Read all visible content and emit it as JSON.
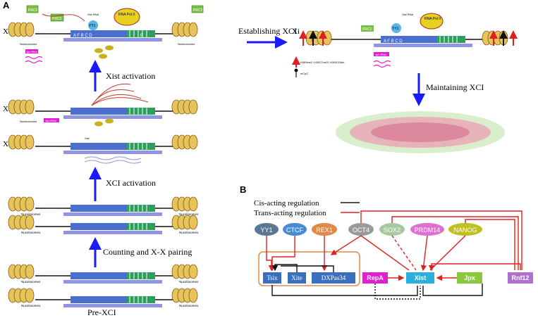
{
  "panels": {
    "a": "A",
    "b": "B"
  },
  "panel_a": {
    "xi": "Xi",
    "xa": "Xa",
    "nucleosomes": "Nucleosomes",
    "nucelosomes": "Nucelosomes",
    "prc2": "PRC2",
    "yy1": "YY1",
    "rna_pol": "RNA Pol II",
    "xist_rna": "Xist RNA",
    "xist_label": "Xist",
    "jpx_rna": "Jpx RNA",
    "gene_letters": "A F B C D",
    "exon_e": "E",
    "xist_activation": "Xist activation",
    "xci_activation": "XCI activation",
    "counting": "Counting and X-X pairing",
    "pre_xci": "Pre-XCI",
    "establishing": "Establishing XCI",
    "maintaining": "Maintaining XCI",
    "legend_marks": "H3K9me2 / H3K27me3 / H2AK119ub",
    "legend_mcpg": "mCpG"
  },
  "panel_b": {
    "legend_cis": "Cis-acting regulation",
    "legend_trans": "Trans-acting regulation",
    "yy1": "YY1",
    "ctcf": "CTCF",
    "rex1": "REX1",
    "oct4": "OCT4",
    "sox2": "SOX2",
    "prdm14": "PRDM14",
    "nanog": "NANOG",
    "tsix": "Tsix",
    "xite": "Xite",
    "dxpas34": "DXPas34",
    "repa": "RepA",
    "xist": "Xist",
    "jpx": "Jpx",
    "rnf12": "Rnf12"
  },
  "colors": {
    "arrow_blue": "#1a1aff",
    "trans_red": "#e02020",
    "cis_black": "#111111",
    "xist_cyan": "#2ab0e0",
    "repa_magenta": "#e020d0",
    "jpx_green": "#8cc83c",
    "rnf12_purple": "#b070d0",
    "tsix_blue": "#3a6fc0"
  }
}
